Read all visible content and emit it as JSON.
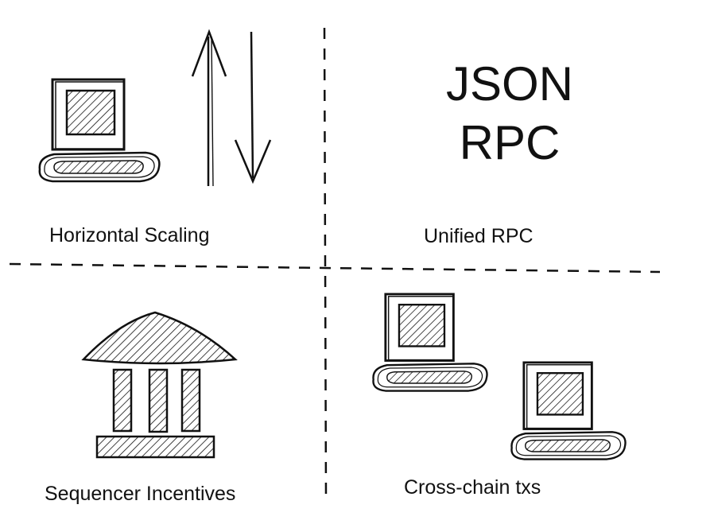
{
  "quadrants": {
    "top_left": {
      "label": "Horizontal Scaling",
      "icons": [
        "computer-icon",
        "arrow-up-icon",
        "arrow-down-icon"
      ]
    },
    "top_right": {
      "label": "Unified RPC",
      "title_line1": "JSON",
      "title_line2": "RPC"
    },
    "bottom_left": {
      "label": "Sequencer Incentives",
      "icons": [
        "bank-icon"
      ]
    },
    "bottom_right": {
      "label": "Cross-chain txs",
      "icons": [
        "computer-icon",
        "computer-icon"
      ]
    }
  },
  "colors": {
    "ink": "#111111",
    "background": "#ffffff"
  }
}
